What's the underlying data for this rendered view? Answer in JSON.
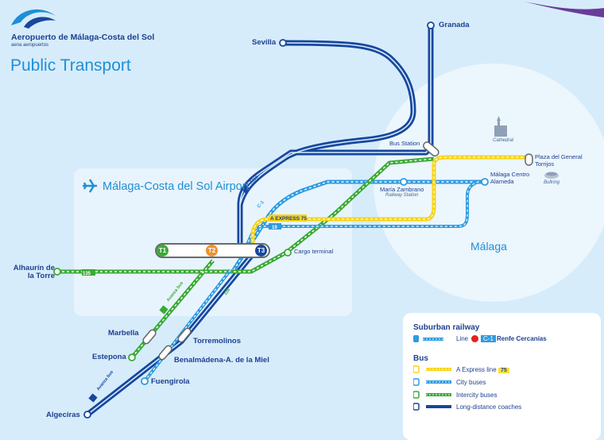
{
  "brand": {
    "name": "Aeropuerto de Málaga-Costa del Sol",
    "sub": "aena aeropuertos"
  },
  "title": "Public Transport",
  "airport": {
    "name": "Málaga-Costa del Sol Airport"
  },
  "terminals": [
    "T1",
    "T2",
    "T3"
  ],
  "places": {
    "granada": "Granada",
    "sevilla": "Sevilla",
    "bus_station": "Bus Station",
    "plaza": "Plaza del General Torrijos",
    "malaga_centro": "Málaga Centro Alameda",
    "maria_zambrano": "María Zambrano",
    "railway_station": "Railway Station",
    "cathedral": "Cathedral",
    "bullring": "Bullring",
    "cargo": "Cargo terminal",
    "alhaurin": "Alhaurín de la Torre",
    "marbella": "Marbella",
    "estepona": "Estepona",
    "torremolinos": "Torremolinos",
    "benalmadena": "Benalmádena-A. de la Miel",
    "fuengirola": "Fuengirola",
    "algeciras": "Algeciras",
    "malaga_city": "Málaga"
  },
  "line_tags": {
    "alsa": "Alsa",
    "c1": "C-1",
    "a_express": "A EXPRESS 75",
    "city19": "19",
    "intercity135": "135",
    "avanza1": "Avanza bus",
    "avanza2": "Avanza bus",
    "c128": "128"
  },
  "legend": {
    "suburban_title": "Suburban railway",
    "line_label": "Line",
    "c1_badge": "C-1",
    "renfe": "Renfe Cercanías",
    "bus_title": "Bus",
    "express": "A Express line",
    "express_num": "75",
    "city": "City buses",
    "intercity": "Intercity buses",
    "long": "Long-distance coaches"
  },
  "colors": {
    "coach": "#17479e",
    "city_bus": "#2e9be0",
    "intercity": "#3aaa35",
    "express": "#f7d417",
    "railway": "#2e9be0"
  }
}
